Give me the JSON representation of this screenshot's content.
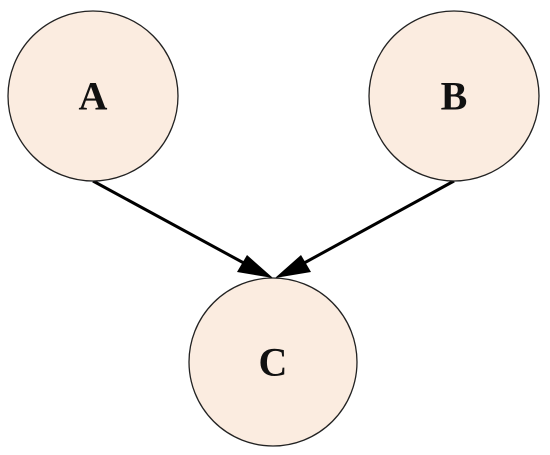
{
  "diagram": {
    "nodes": [
      {
        "id": "a",
        "label": "A"
      },
      {
        "id": "b",
        "label": "B"
      },
      {
        "id": "c",
        "label": "C"
      }
    ],
    "edges": [
      {
        "from": "a",
        "to": "c"
      },
      {
        "from": "b",
        "to": "c"
      }
    ],
    "colors": {
      "node_fill": "#fbece0",
      "node_stroke": "#222222",
      "edge": "#000000"
    }
  }
}
